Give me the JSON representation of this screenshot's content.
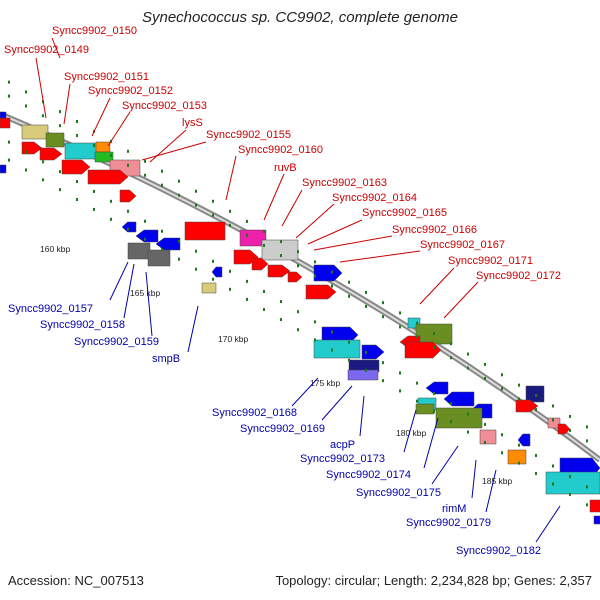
{
  "title": "Synechococcus sp. CC9902, complete genome",
  "accession": "Accession: NC_007513",
  "summary": "Topology: circular; Length: 2,234,828 bp; Genes: 2,357",
  "colors": {
    "red": "#ff0000",
    "blue": "#0000ee",
    "cyan": "#22cccc",
    "olive": "#6b8e23",
    "grey": "#666666",
    "khaki": "#d8cc7c",
    "pink": "#f08e96",
    "magenta": "#ee22aa",
    "orange": "#ff8c00",
    "green": "#22bb22",
    "navy": "#1a1a80",
    "lightblue": "#7b68ee",
    "backbone": "#888888",
    "tick": "#1a7a1a",
    "label_top": "#cc0000",
    "label_bottom": "#0000aa"
  },
  "scale_labels": [
    "160 kbp",
    "165 kbp",
    "170 kbp",
    "175 kbp",
    "180 kbp",
    "185 kbp"
  ],
  "top_labels": [
    "Syncc9902_0150",
    "Syncc9902_0149",
    "Syncc9902_0151",
    "Syncc9902_0152",
    "Syncc9902_0153",
    "lysS",
    "Syncc9902_0155",
    "Syncc9902_0160",
    "ruvB",
    "Syncc9902_0163",
    "Syncc9902_0164",
    "Syncc9902_0165",
    "Syncc9902_0166",
    "Syncc9902_0167",
    "Syncc9902_0171",
    "Syncc9902_0172"
  ],
  "bottom_labels": [
    "Syncc9902_0157",
    "Syncc9902_0158",
    "Syncc9902_0159",
    "smpB",
    "Syncc9902_0168",
    "Syncc9902_0169",
    "acpP",
    "Syncc9902_0173",
    "Syncc9902_0174",
    "Syncc9902_0175",
    "rimM",
    "Syncc9902_0179",
    "Syncc9902_0182"
  ]
}
